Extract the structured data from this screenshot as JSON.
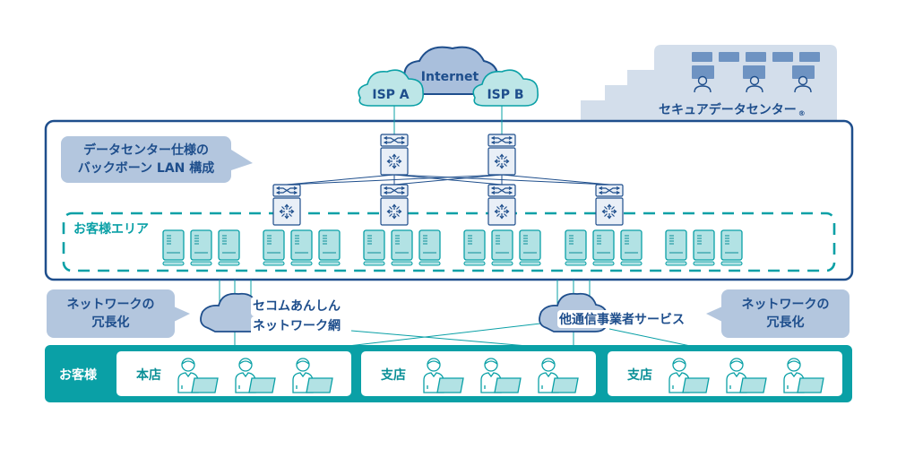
{
  "title": "セキュアデータセンター network diagram",
  "colors": {
    "navy": "#1e4e8c",
    "teal": "#0aa0a6",
    "teal_light": "#b2e2e4",
    "bubble_blue": "#b3c6de",
    "internet_cloud": "#a9bfdc",
    "isp_cloud": "#bde6e7",
    "dc_bg": "#d3deeb",
    "dc_block": "#6e93c2"
  },
  "clouds": {
    "internet": "Internet",
    "isp_a": "ISP A",
    "isp_b": "ISP B",
    "secom_line1": "セコムあんしん",
    "secom_line2": "ネットワーク網",
    "other_carrier": "他通信事業者サービス"
  },
  "datacenter": {
    "name": "セキュアデータセンター",
    "registered_mark": "®"
  },
  "backbone": {
    "callout_line1": "データセンター仕様の",
    "callout_line2": "バックボーン LAN 構成",
    "customer_area_label": "お客様エリア",
    "core_switch_count": 2,
    "edge_switch_count": 4,
    "server_groups": 6,
    "servers_per_group": 3
  },
  "redundancy": {
    "left_line1": "ネットワークの",
    "left_line2": "冗長化",
    "right_line1": "ネットワークの",
    "right_line2": "冗長化"
  },
  "customers": {
    "label": "お客様",
    "sites": [
      {
        "name": "本店",
        "users": 3
      },
      {
        "name": "支店",
        "users": 3
      },
      {
        "name": "支店",
        "users": 3
      }
    ]
  }
}
